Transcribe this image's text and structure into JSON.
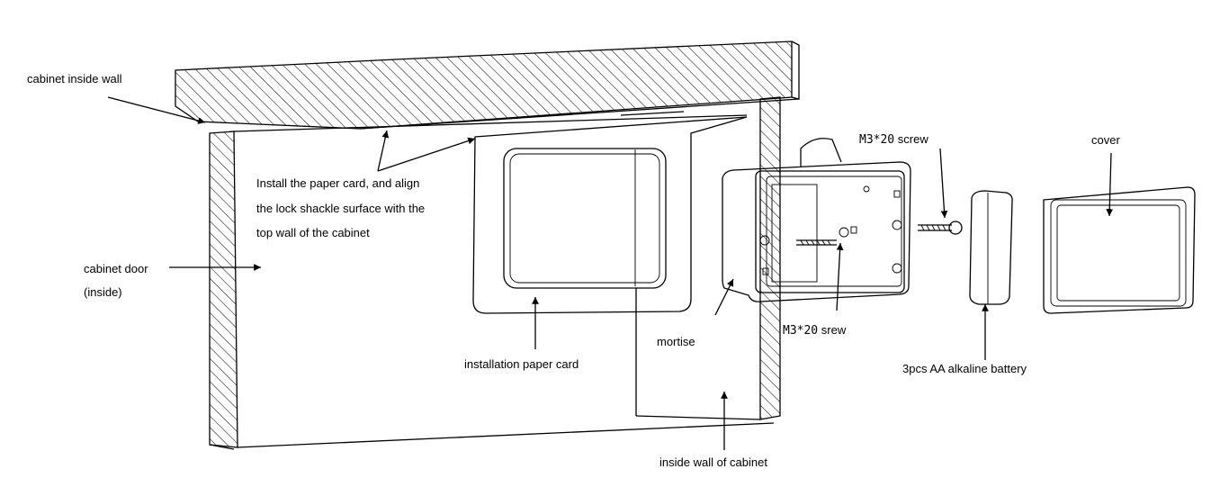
{
  "labels": {
    "cabinet_inside_wall": "cabinet inside wall",
    "install_note_line1": "Install the paper card, and align",
    "install_note_line2": "the lock shackle surface with the",
    "install_note_line3": "top wall of the cabinet",
    "cabinet_door_line1": "cabinet door",
    "cabinet_door_line2": "(inside)",
    "installation_paper_card": "installation paper card",
    "mortise": "mortise",
    "inside_wall_of_cabinet": "inside wall of cabinet",
    "screw_top_code": "M3*20",
    "screw_top_word": "screw",
    "screw_bottom_code": "M3*20",
    "screw_bottom_word": "srew",
    "cover": "cover",
    "battery": "3pcs AA alkaline battery"
  }
}
